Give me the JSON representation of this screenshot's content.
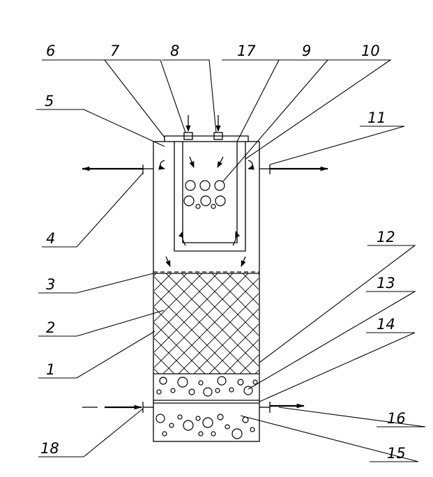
{
  "diagram": {
    "callouts": [
      "1",
      "2",
      "3",
      "4",
      "5",
      "6",
      "7",
      "8",
      "9",
      "10",
      "11",
      "12",
      "13",
      "14",
      "15",
      "16",
      "17",
      "18"
    ]
  },
  "colors": {
    "stroke": "#000000",
    "background": "#ffffff"
  }
}
